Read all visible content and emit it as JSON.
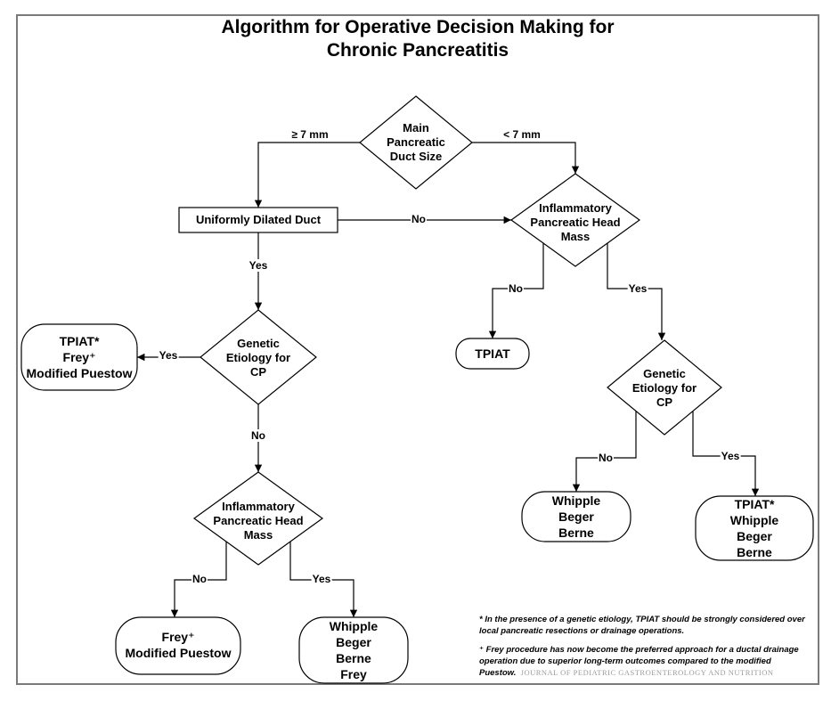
{
  "title": {
    "line1": "Algorithm for Operative Decision Making for",
    "line2": "Chronic Pancreatitis"
  },
  "nodes": {
    "duct_size": [
      "Main",
      "Pancreatic",
      "Duct Size"
    ],
    "uniform_duct": [
      "Uniformly Dilated Duct"
    ],
    "mass_right": [
      "Inflammatory",
      "Pancreatic Head",
      "Mass"
    ],
    "genetic_left": [
      "Genetic",
      "Etiology for",
      "CP"
    ],
    "tpiat_frey_puestow": [
      "TPIAT*",
      "Frey⁺",
      "Modified Puestow"
    ],
    "tpiat_right": [
      "TPIAT"
    ],
    "genetic_right": [
      "Genetic",
      "Etiology for",
      "CP"
    ],
    "mass_left": [
      "Inflammatory",
      "Pancreatic Head",
      "Mass"
    ],
    "whipple_beger_berne": [
      "Whipple",
      "Beger",
      "Berne"
    ],
    "tpiat_whipple_beger_berne": [
      "TPIAT*",
      "Whipple",
      "Beger",
      "Berne"
    ],
    "frey_puestow": [
      "Frey⁺",
      "Modified Puestow"
    ],
    "whipple_beger_berne_frey": [
      "Whipple",
      "Beger",
      "Berne",
      "Frey"
    ]
  },
  "edges": {
    "ge7": "≥ 7 mm",
    "lt7": "< 7 mm",
    "uniform_no": "No",
    "uniform_yes": "Yes",
    "mass_right_no": "No",
    "mass_right_yes": "Yes",
    "genetic_left_yes": "Yes",
    "genetic_left_no": "No",
    "genetic_right_no": "No",
    "genetic_right_yes": "Yes",
    "mass_left_no": "No",
    "mass_left_yes": "Yes"
  },
  "footnotes": {
    "note1": "* In the presence of a genetic etiology, TPIAT should be strongly considered over local pancreatic resections or drainage operations.",
    "note2": "⁺ Frey procedure has now become the preferred approach for a ductal drainage operation due to superior long-term outcomes compared to the modified Puestow.",
    "journal": "JOURNAL OF PEDIATRIC GASTROENTEROLOGY AND NUTRITION"
  }
}
